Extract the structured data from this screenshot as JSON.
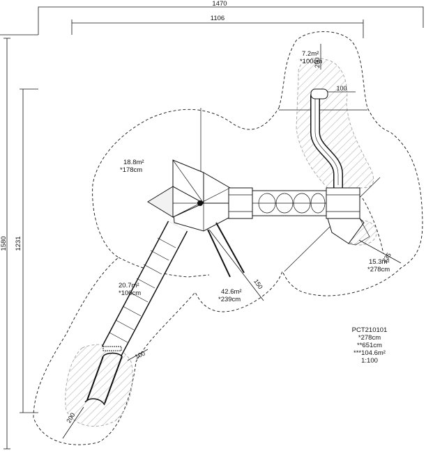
{
  "dimensions": {
    "overall_width": "1470",
    "inner_width": "1106",
    "overall_height": "1580",
    "inner_height": "1231",
    "dim_200_top": "200",
    "dim_100_top": "100",
    "dim_235": "235",
    "dim_150": "150",
    "dim_100_slide": "100",
    "dim_200_bottom": "200"
  },
  "zones": {
    "top_slide_area": "7.2m²",
    "top_slide_height": "*100cm",
    "main_area": "18.8m²",
    "main_height": "*178cm",
    "tube_area": "20.7m²",
    "tube_height": "*100cm",
    "center_area": "42.6m²",
    "center_height": "*239cm",
    "right_area": "15.3m²",
    "right_height": "*278cm"
  },
  "info": {
    "code": "PCT210101",
    "max_height": "*278cm",
    "perimeter": "**651cm",
    "total_area": "***104.6m²",
    "scale": "1:100"
  }
}
